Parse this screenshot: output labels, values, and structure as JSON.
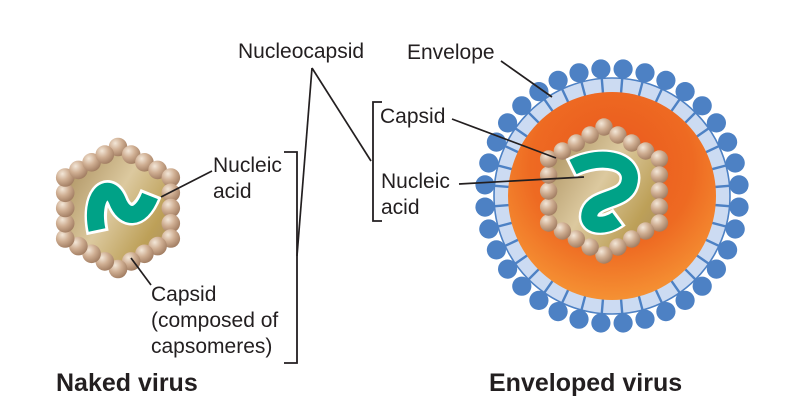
{
  "figure": {
    "description": "Comparison of naked virus and enveloped virus structure"
  },
  "labels": {
    "nucleocapsid": "Nucleocapsid",
    "envelope": "Envelope",
    "naked_nucleic_acid": "Nucleic\nacid",
    "naked_capsid": "Capsid\n(composed of\ncapsomeres)",
    "env_capsid": "Capsid",
    "env_nucleic_acid": "Nucleic\nacid"
  },
  "titles": {
    "naked": "Naked virus",
    "enveloped": "Enveloped virus"
  },
  "palette": {
    "text": "#231f20",
    "line": "#231f20",
    "teal": "#00a287",
    "teal-outline": "#ffffff",
    "hex-dark": "#ab905f",
    "hex-light": "#dcc99f",
    "hex-gold": "#bda058",
    "sphere-hi": "#f3e7d8",
    "sphere-mid": "#cfae92",
    "sphere-dark": "#997459",
    "envelope-fill": "#ccdbf2",
    "envelope-blue": "#4d81c4",
    "orange-dark": "#e9561d",
    "orange-mid": "#ee6a22",
    "orange-light": "#f9a73d"
  }
}
